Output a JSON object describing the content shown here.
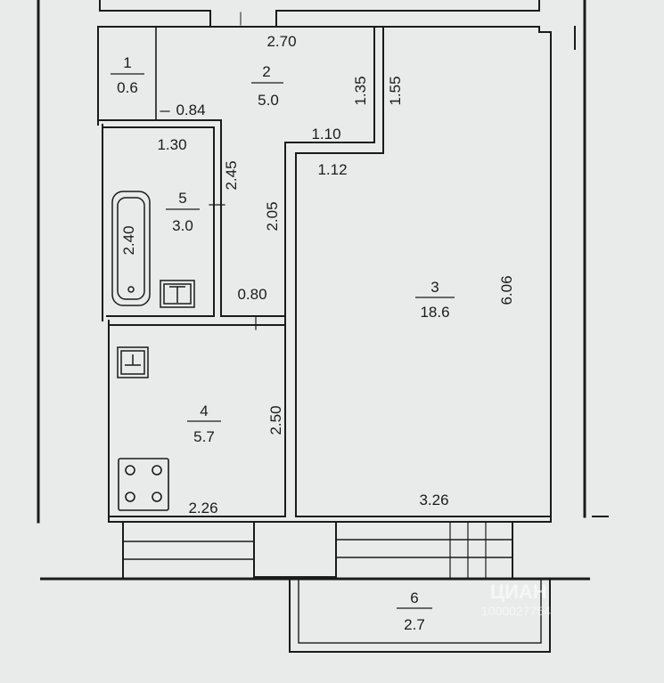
{
  "rooms": [
    {
      "number": "1",
      "area": "0.6"
    },
    {
      "number": "2",
      "area": "5.0"
    },
    {
      "number": "3",
      "area": "18.6"
    },
    {
      "number": "4",
      "area": "5.7"
    },
    {
      "number": "5",
      "area": "3.0"
    },
    {
      "number": "6",
      "area": "2.7"
    }
  ],
  "dimensions": [
    "2.70",
    "1.35",
    "1.55",
    "0.84",
    "1.30",
    "1.10",
    "1.12",
    "2.45",
    "2.05",
    "2.40",
    "0.80",
    "6.06",
    "2.50",
    "2.26",
    "3.26"
  ],
  "watermark": {
    "brand": "ЦИАН",
    "code": "1000027754"
  }
}
